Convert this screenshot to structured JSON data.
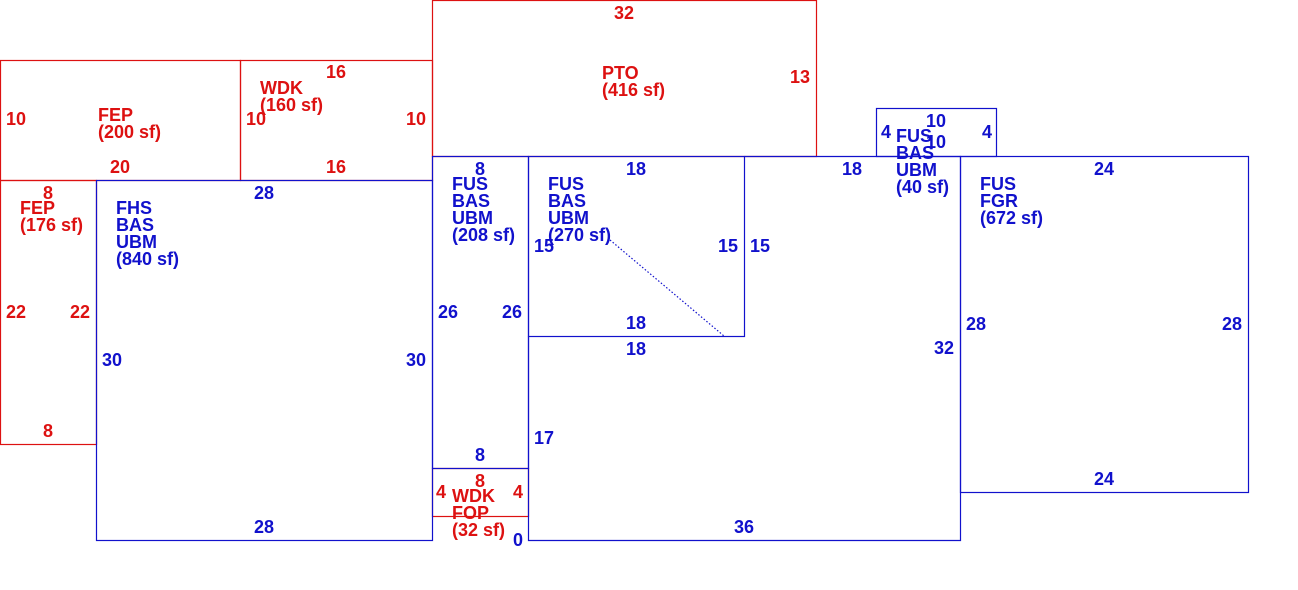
{
  "colors": {
    "red": "#dd1111",
    "blue": "#1111cc"
  },
  "areas": [
    {
      "id": "fep200",
      "color": "red",
      "lines": [
        "FEP",
        "(200 sf)"
      ]
    },
    {
      "id": "wdk160",
      "color": "red",
      "lines": [
        "WDK",
        "(160 sf)"
      ]
    },
    {
      "id": "pto416",
      "color": "red",
      "lines": [
        "PTO",
        "(416 sf)"
      ]
    },
    {
      "id": "fep176",
      "color": "red",
      "lines": [
        "FEP",
        "(176 sf)"
      ]
    },
    {
      "id": "fhs840",
      "color": "blue",
      "lines": [
        "FHS",
        "BAS",
        "UBM",
        "(840 sf)"
      ]
    },
    {
      "id": "fus208",
      "color": "blue",
      "lines": [
        "FUS",
        "BAS",
        "UBM",
        "(208 sf)"
      ]
    },
    {
      "id": "fus270",
      "color": "blue",
      "lines": [
        "FUS",
        "BAS",
        "UBM",
        "(270 sf)"
      ]
    },
    {
      "id": "fus40",
      "color": "blue",
      "lines": [
        "FUS",
        "BAS",
        "UBM",
        "(40 sf)"
      ]
    },
    {
      "id": "fus672",
      "color": "blue",
      "lines": [
        "FUS",
        "FGR",
        "(672 sf)"
      ]
    },
    {
      "id": "wdk-fop32",
      "color": "red",
      "lines": [
        "WDK",
        "FOP",
        "(32 sf)"
      ]
    }
  ],
  "dimensions": {
    "fep200": [
      "10",
      "20",
      "10"
    ],
    "wdk160": [
      "16",
      "16",
      "10"
    ],
    "pto416": [
      "32",
      "13"
    ],
    "fep176": [
      "8",
      "22",
      "22",
      "8"
    ],
    "fhs840": [
      "28",
      "30",
      "30",
      "28"
    ],
    "fus208": [
      "8",
      "26",
      "26",
      "8"
    ],
    "fus270": [
      "18",
      "15",
      "15",
      "18"
    ],
    "main": [
      "18",
      "18",
      "32",
      "17",
      "36",
      "15"
    ],
    "fus40": [
      "10",
      "10",
      "4",
      "4"
    ],
    "fus672": [
      "24",
      "28",
      "28",
      "24"
    ],
    "wdk32": [
      "8",
      "4",
      "4",
      "0"
    ]
  }
}
